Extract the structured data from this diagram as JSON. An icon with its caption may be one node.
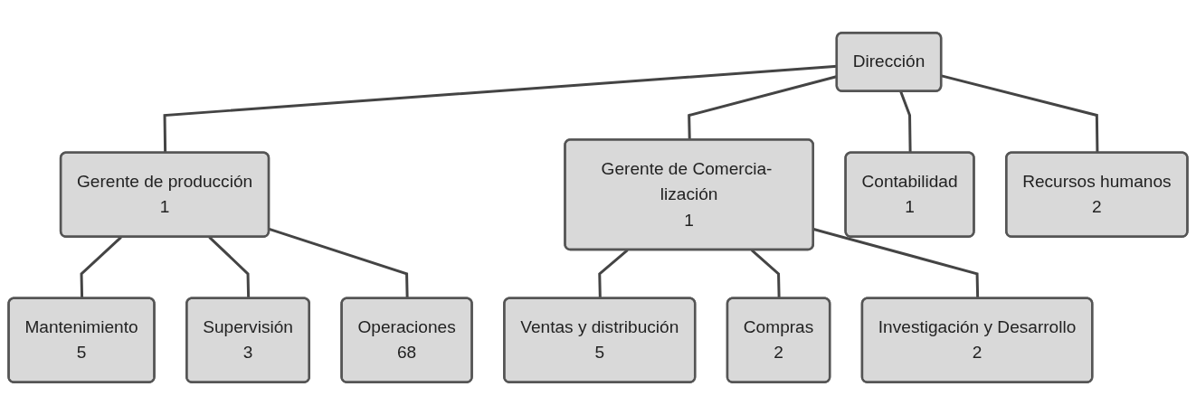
{
  "diagram": {
    "nodes": [
      {
        "text": [
          "Dirección"
        ]
      },
      {
        "text": [
          "Gerente de producción",
          "1"
        ]
      },
      {
        "text": [
          "Gerente de Comercia- lización",
          "1"
        ]
      },
      {
        "text": [
          "Contabilidad",
          "1"
        ]
      },
      {
        "text": [
          "Recursos humanos",
          "2"
        ]
      },
      {
        "text": [
          "Mantenimiento",
          "5"
        ]
      },
      {
        "text": [
          "Supervisión",
          "3"
        ]
      },
      {
        "text": [
          "Operaciones",
          "68"
        ]
      },
      {
        "text": [
          "Ventas y distribución",
          "5"
        ]
      },
      {
        "text": [
          "Compras",
          "2"
        ]
      },
      {
        "text": [
          "Investigación y Desarrollo",
          "2"
        ]
      }
    ],
    "edges": [
      {
        "from": 0,
        "to": 1,
        "arrow": "none"
      },
      {
        "from": 0,
        "to": 2,
        "arrow": "none"
      },
      {
        "from": 0,
        "to": 3,
        "arrow": "none"
      },
      {
        "from": 0,
        "to": 4,
        "arrow": "none"
      },
      {
        "from": 1,
        "to": 5,
        "arrow": "none"
      },
      {
        "from": 1,
        "to": 6,
        "arrow": "none"
      },
      {
        "from": 1,
        "to": 7,
        "arrow": "none"
      },
      {
        "from": 2,
        "to": 8,
        "arrow": "none"
      },
      {
        "from": 2,
        "to": 9,
        "arrow": "none"
      },
      {
        "from": 2,
        "to": 10,
        "arrow": "none"
      }
    ]
  }
}
